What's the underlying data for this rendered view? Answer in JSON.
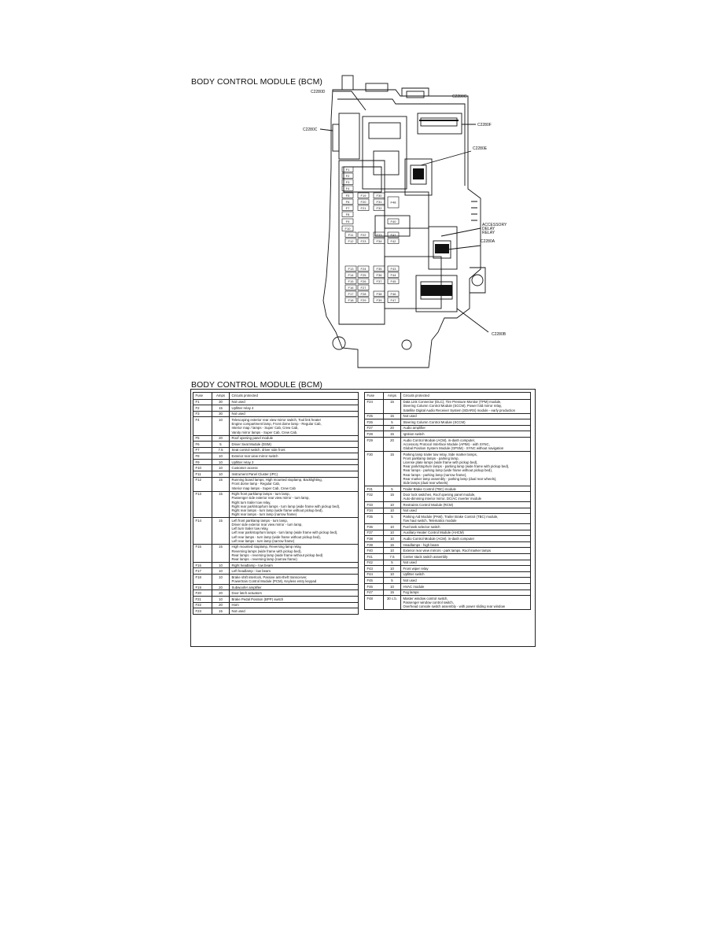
{
  "title_top": "BODY CONTROL MODULE (BCM)",
  "title_table": "BODY CONTROL MODULE (BCM)",
  "diagram": {
    "callouts": {
      "c2280d": "C2280D",
      "c2280g": "C2280G",
      "c2280c": "C2280C",
      "c2280f": "C2280F",
      "c2280e": "C2280E",
      "accessory_1": "ACCESSORY",
      "accessory_2": "DELAY",
      "accessory_3": "RELAY",
      "c2280a": "C2280A",
      "c2280b": "C2280B"
    },
    "fuses": {
      "f1": "F1",
      "f2": "F2",
      "f3": "F3",
      "f4": "F4",
      "f5": "F5",
      "f6": "F6",
      "f7": "F7",
      "f8": "F8",
      "f9": "F9",
      "f10": "F10",
      "f11": "F11",
      "f12": "F12",
      "f13": "F13",
      "f14": "F14",
      "f15": "F15",
      "f16": "F16",
      "f17": "F17",
      "f18": "F18",
      "f19": "F19",
      "f20": "F20",
      "f21": "F21",
      "f22": "F22",
      "f23": "F23",
      "f24": "F24",
      "f25": "F25",
      "f26": "F26",
      "f27": "F27",
      "f28": "F28",
      "f29": "F29",
      "f30": "F30",
      "f31": "F31",
      "f32": "F32",
      "f33": "F33",
      "f34": "F34",
      "f35": "F35",
      "f36": "F36",
      "f37": "F37",
      "f38": "F38",
      "f39": "F39",
      "f40": "F40",
      "f41": "F41",
      "f42": "F42",
      "f43": "F43",
      "f44": "F44",
      "f45": "F45",
      "f46": "F46",
      "f47": "F47",
      "f48": "F48"
    }
  },
  "table": {
    "headers": {
      "fuse": "Fuse",
      "amps": "Amps",
      "circuits": "Circuits protected"
    },
    "left": [
      {
        "fuse": "F1",
        "amps": "30",
        "circuits": "Not used"
      },
      {
        "fuse": "F2",
        "amps": "15",
        "circuits": "Upfitter relay 4"
      },
      {
        "fuse": "F3",
        "amps": "30",
        "circuits": "Not used"
      },
      {
        "fuse": "F4",
        "amps": "10",
        "circuits": "Telescoping exterior rear view mirror switch, Tool link heater\nEngine compartment lamp, Front dome lamp - Regular Cab,\nInterior map / lamps - Super Cab, Crew Cab,\nVanity mirror lamps - Super Cab, Crew Cab."
      },
      {
        "fuse": "F5",
        "amps": "20",
        "circuits": "Roof opening panel module"
      },
      {
        "fuse": "F6",
        "amps": "5",
        "circuits": "Driver Seat Module (DSM)"
      },
      {
        "fuse": "F7",
        "amps": "7.5",
        "circuits": "Seat control switch, driver side front"
      },
      {
        "fuse": "F8",
        "amps": "10",
        "circuits": "Exterior rear view mirror switch"
      },
      {
        "fuse": "F9",
        "amps": "10",
        "circuits": "Upfitter relay 3"
      },
      {
        "fuse": "F10",
        "amps": "10",
        "circuits": "Customer access"
      },
      {
        "fuse": "F11",
        "amps": "10",
        "circuits": "Instrument Panel Cluster (IPC)"
      },
      {
        "fuse": "F12",
        "amps": "15",
        "circuits": "Running board lamps, High mounted stoplamp, Backlighting,\nFront dome lamp - Regular Cab,\nInterior map lamps - Super Cab, Crew Cab"
      },
      {
        "fuse": "F13",
        "amps": "15",
        "circuits": "Right front parklamp lamps - turn lamp,\nPassenger side exterior rear view mirror - turn lamp,\nRight turn trailer tow relay,\nRight rear park/stop/turn lamps - turn lamp (wide frame with pickup bed),\nRight rear lamps - turn lamp (wide frame without pickup bed),\nRight rear lamps - turn lamp (narrow frame)"
      },
      {
        "fuse": "F14",
        "amps": "15",
        "circuits": "Left front parklamp lamps - turn lamp,\nDriver side exterior rear view mirror - turn lamp,\nLeft turn trailer tow relay,\nLeft rear park/stop/turn lamps - turn lamp (wide frame with pickup bed),\nLeft rear lamps - turn lamp (wide frame without pickup bed),\nLeft rear lamps - turn lamp (narrow frame)"
      },
      {
        "fuse": "F15",
        "amps": "15",
        "circuits": "High mounted stoplamp, Reversing lamp relay,\nReversing lamps (wide frame with pickup bed),\nRear lamps - reversing lamp (wide frame without pickup bed)\nRear lamps - reversing lamp (narrow frame)"
      },
      {
        "fuse": "F16",
        "amps": "10",
        "circuits": "Right headlamp - low beam"
      },
      {
        "fuse": "F17",
        "amps": "10",
        "circuits": "Left headlamp - low beam"
      },
      {
        "fuse": "F18",
        "amps": "10",
        "circuits": "Brake shift interlock, Passive anti-theft transceiver,\nPowertrain Control Module (PCM), Keyless entry keypad"
      },
      {
        "fuse": "F19",
        "amps": "20",
        "circuits": "Subwoofer amplifier"
      },
      {
        "fuse": "F20",
        "amps": "20",
        "circuits": "Door latch actuators"
      },
      {
        "fuse": "F21",
        "amps": "10",
        "circuits": "Brake Pedal Position (BPP) switch"
      },
      {
        "fuse": "F22",
        "amps": "20",
        "circuits": "Horn"
      },
      {
        "fuse": "F23",
        "amps": "15",
        "circuits": "Not used"
      }
    ],
    "right": [
      {
        "fuse": "F24",
        "amps": "15",
        "circuits": "Data Link Connector (DLC), Tire Pressure Monitor (TPM) module,\nSteering Column Control Module (SCCM), Power fold mirror relay,\nSatellite Digital Audio Receiver System (SDARS) module - early production"
      },
      {
        "fuse": "F25",
        "amps": "15",
        "circuits": "Not used"
      },
      {
        "fuse": "F26",
        "amps": "5",
        "circuits": "Steering Column Control Module (SCCM)"
      },
      {
        "fuse": "F27",
        "amps": "20",
        "circuits": "Audio amplifier"
      },
      {
        "fuse": "F28",
        "amps": "15",
        "circuits": "Ignition switch"
      },
      {
        "fuse": "F29",
        "amps": "20",
        "circuits": "Audio Control Module (ACM), in-dash computer,\nAccessory Protocol Interface Module (APIM) - with SYNC,\nGlobal Position System Module (GPSM) - SYNC without navigation"
      },
      {
        "fuse": "F30",
        "amps": "15",
        "circuits": "Parking lamp trailer tow relay, Side marker lamps,\nFront parklamp lamps - parking lamp,\nLicense plate lamps (wide frame with pickup bed),\nRear park/stop/turn lamps - parking lamp (wide frame with pickup bed),\nRear lamps - parking lamp (wide frame without pickup bed),\nRear lamps - parking lamp (narrow frame),\nRear marker lamp assembly - parking lamp (dual rear wheels),\nSide lamps (dual rear wheels)"
      },
      {
        "fuse": "F31",
        "amps": "5",
        "circuits": "Trailer Brake Control (TBC) module"
      },
      {
        "fuse": "F32",
        "amps": "15",
        "circuits": "Door lock switches, Roof opening panel module,\nAuto-dimming interior mirror, DC/AC inverter module"
      },
      {
        "fuse": "F33",
        "amps": "10",
        "circuits": "Restraints Control Module (RCM)"
      },
      {
        "fuse": "F34",
        "amps": "10",
        "circuits": "Not used"
      },
      {
        "fuse": "F35",
        "amps": "5",
        "circuits": "Parking Aid Module (PAM), Trailer Brake Control (TBC) module,\nTow haul switch, Telematics module"
      },
      {
        "fuse": "F36",
        "amps": "10",
        "circuits": "Fuel tank selector switch"
      },
      {
        "fuse": "F37",
        "amps": "10",
        "circuits": "Auxiliary Heater Control Module (AHCM)"
      },
      {
        "fuse": "F38",
        "amps": "10",
        "circuits": "Audio Control Module (ACM), in-dash computer"
      },
      {
        "fuse": "F39",
        "amps": "15",
        "circuits": "Headlamps - high beam"
      },
      {
        "fuse": "F40",
        "amps": "10",
        "circuits": "Exterior rear view mirrors - park lamps, Roof marker lamps"
      },
      {
        "fuse": "F41",
        "amps": "7.5",
        "circuits": "Center stack switch assembly"
      },
      {
        "fuse": "F42",
        "amps": "5",
        "circuits": "Not used"
      },
      {
        "fuse": "F43",
        "amps": "10",
        "circuits": "Front wiper relay"
      },
      {
        "fuse": "F44",
        "amps": "10",
        "circuits": "Upfitter switch"
      },
      {
        "fuse": "F45",
        "amps": "5",
        "circuits": "Not used"
      },
      {
        "fuse": "F46",
        "amps": "10",
        "circuits": "HVAC module"
      },
      {
        "fuse": "F47",
        "amps": "15",
        "circuits": "Fog lamps"
      },
      {
        "fuse": "F48",
        "amps": "30 c.b.",
        "circuits": "Master window control switch,\nPassenger window control switch,\nOverhead console switch assembly - with power sliding rear window"
      }
    ]
  }
}
